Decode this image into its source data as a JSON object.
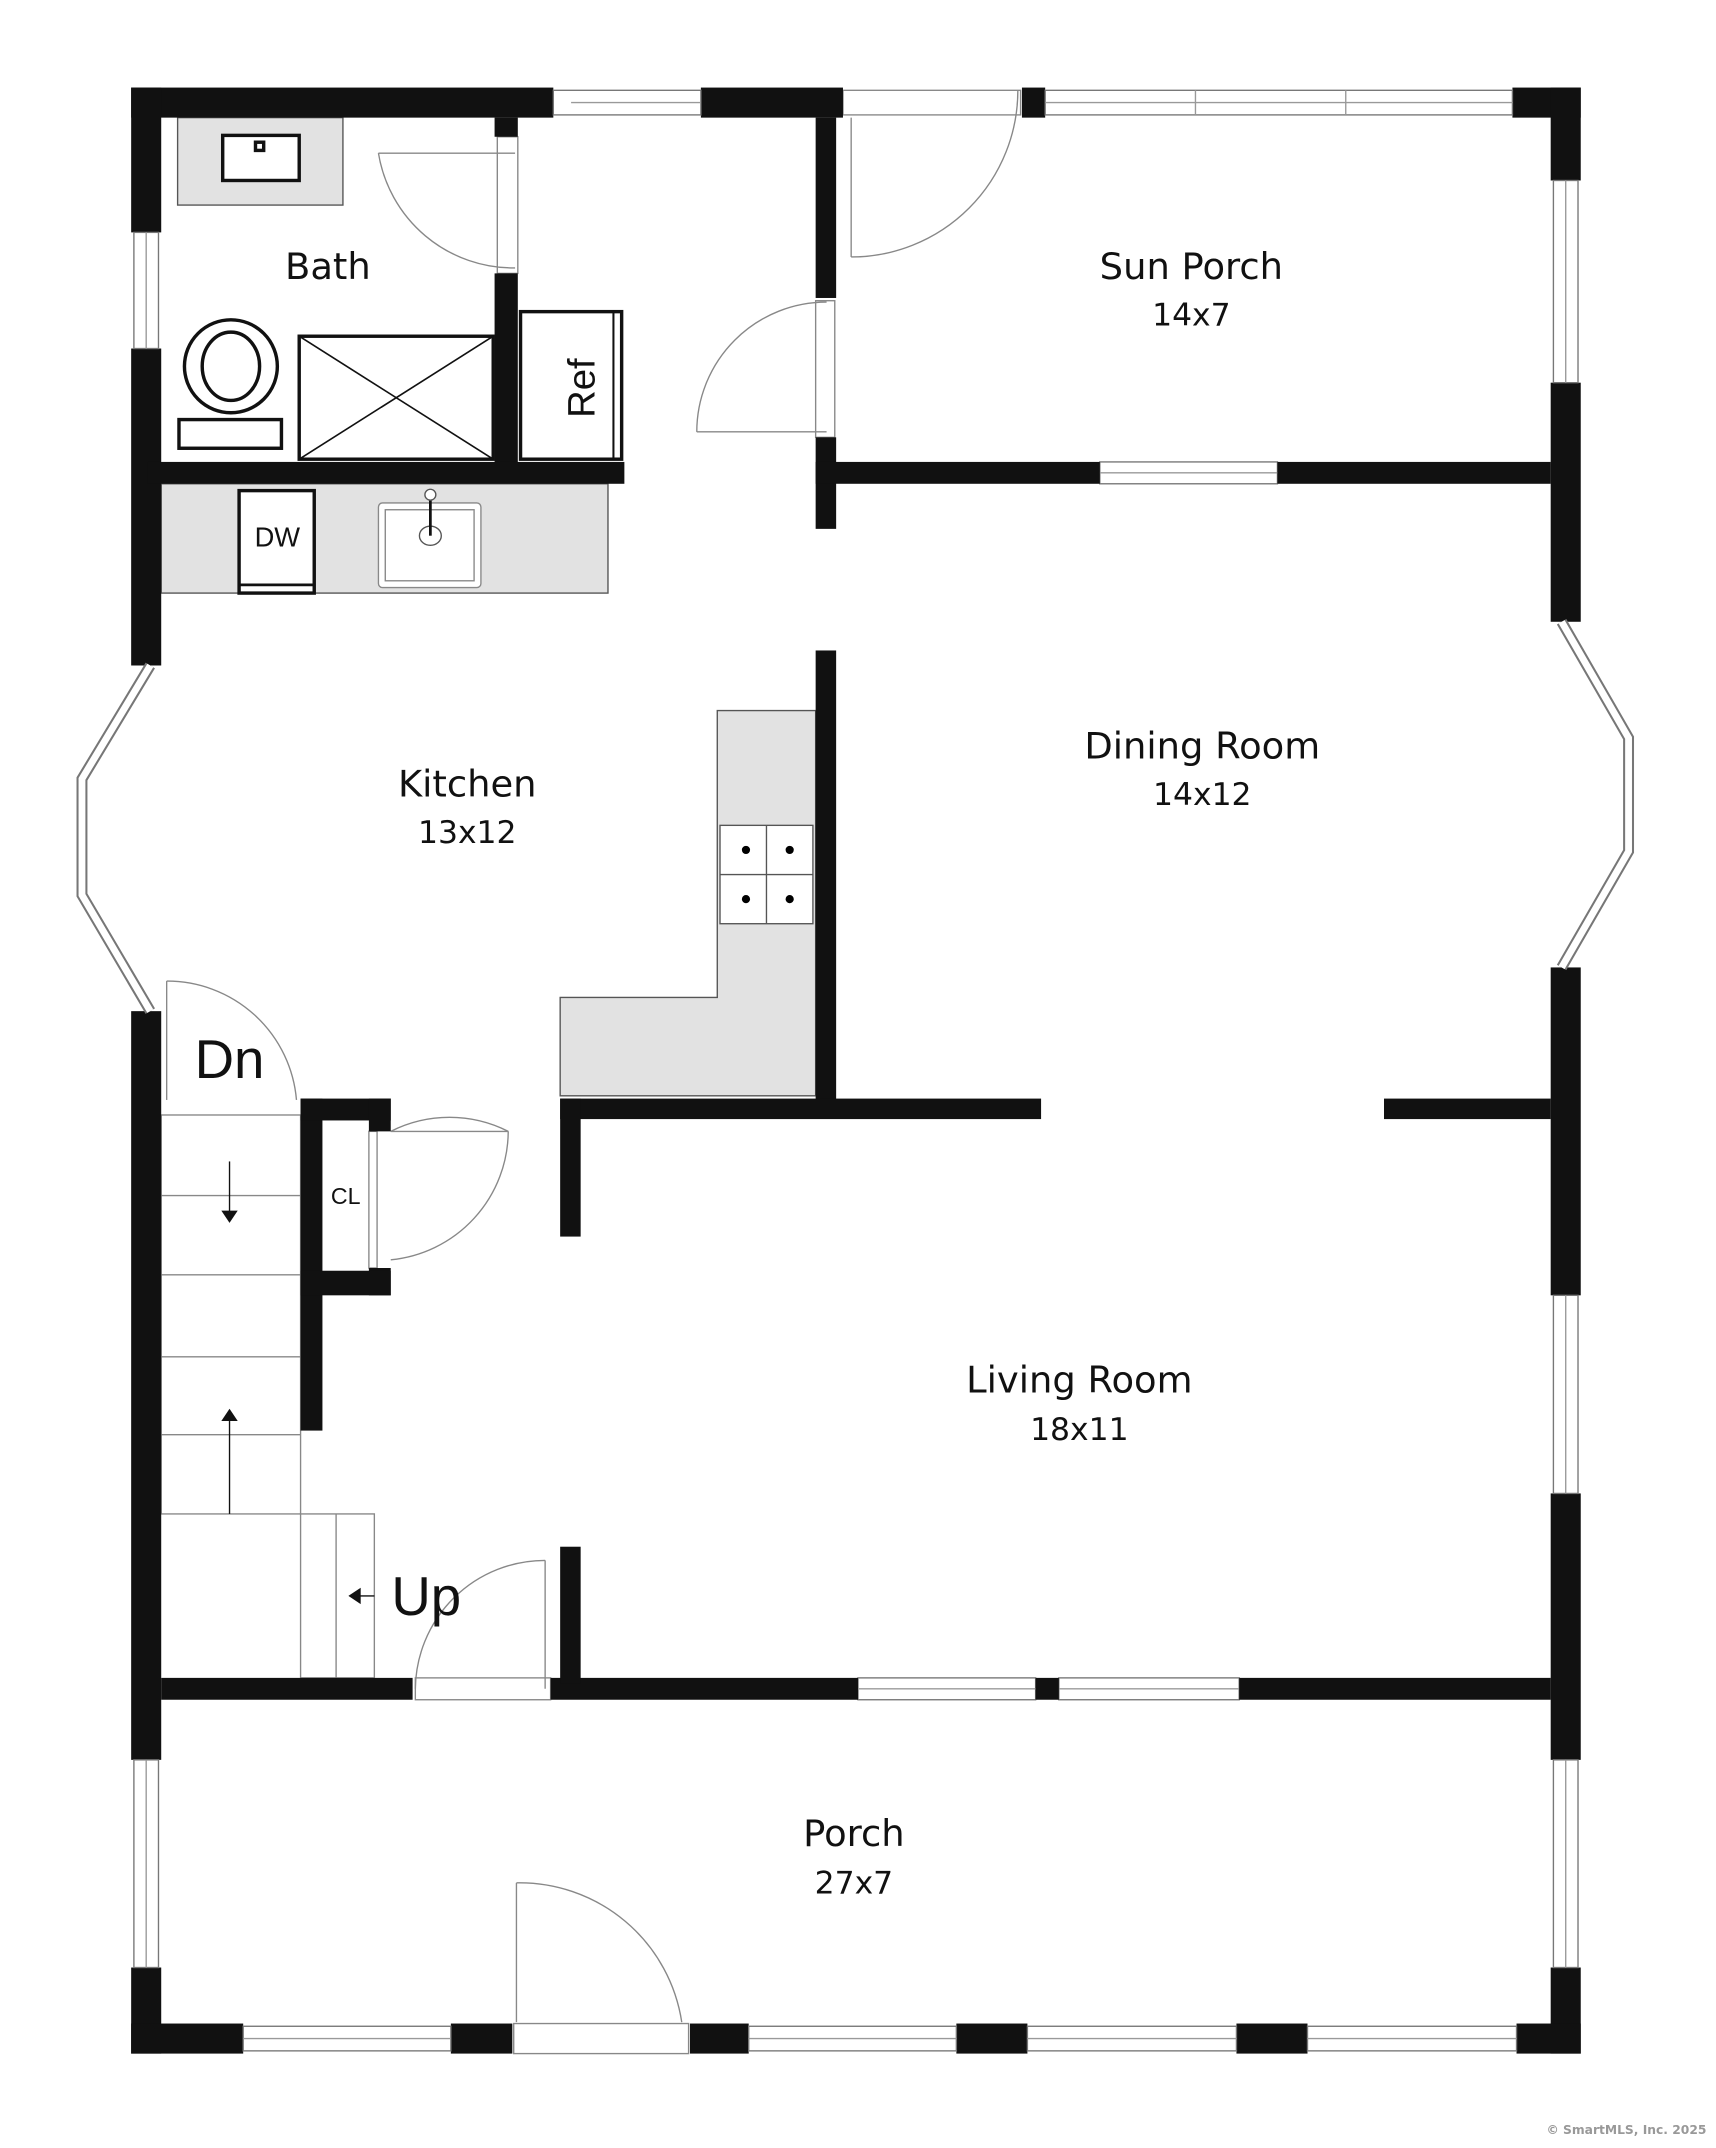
{
  "rooms": {
    "bath": {
      "name": "Bath"
    },
    "sun_porch": {
      "name": "Sun Porch",
      "size": "14x7"
    },
    "kitchen": {
      "name": "Kitchen",
      "size": "13x12"
    },
    "dining_room": {
      "name": "Dining Room",
      "size": "14x12"
    },
    "living_room": {
      "name": "Living Room",
      "size": "18x11"
    },
    "porch": {
      "name": "Porch",
      "size": "27x7"
    }
  },
  "appliances": {
    "dishwasher": "DW",
    "refrigerator": "Ref",
    "closet": "CL"
  },
  "stairs": {
    "down": "Dn",
    "up": "Up"
  },
  "copyright": "© SmartMLS, Inc.  2025",
  "colors": {
    "wall": "#111111",
    "counter": "#e2e2e2"
  }
}
